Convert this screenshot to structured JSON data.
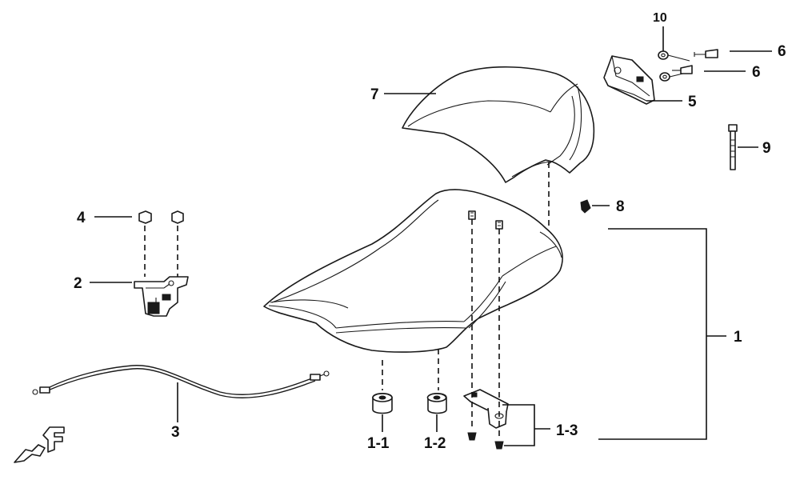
{
  "labels": {
    "l1": "1",
    "l1_1": "1-1",
    "l1_2": "1-2",
    "l1_3": "1-3",
    "l2": "2",
    "l3": "3",
    "l4": "4",
    "l5": "5",
    "l6a": "6",
    "l6b": "6",
    "l7": "7",
    "l8": "8",
    "l9": "9",
    "l10": "10",
    "front_mark": "F"
  }
}
